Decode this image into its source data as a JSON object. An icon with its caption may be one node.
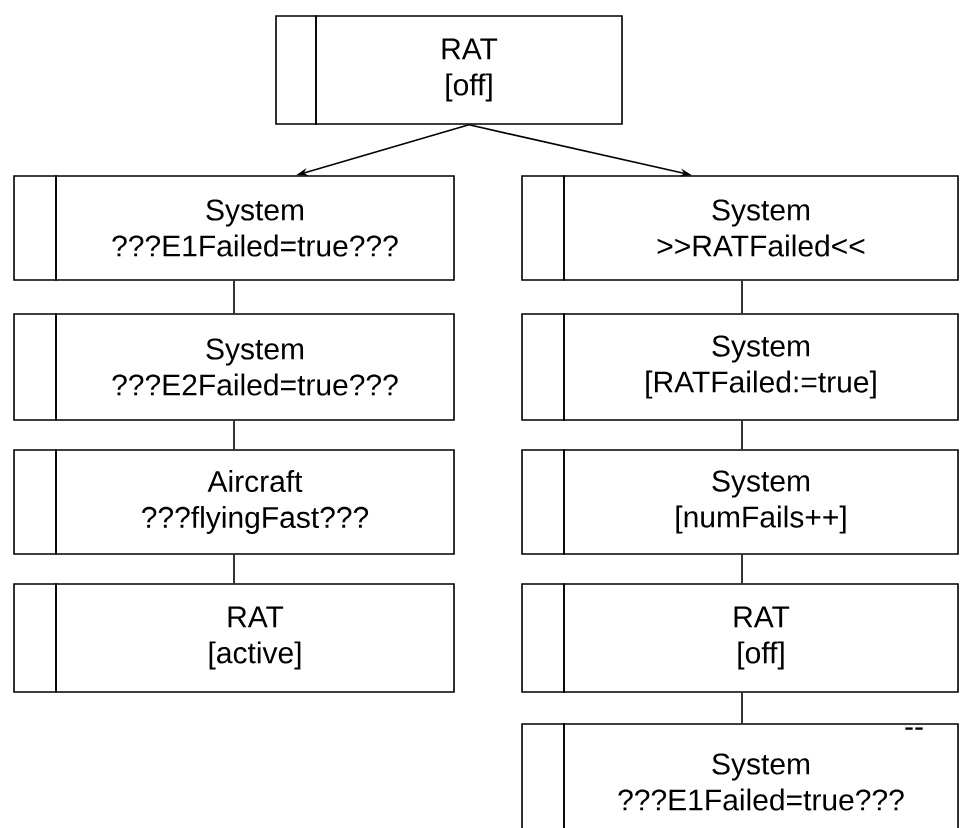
{
  "diagram": {
    "nodes": [
      {
        "text": [
          "RAT",
          "[off]"
        ]
      },
      {
        "text": [
          "System",
          "???E1Failed=true???"
        ]
      },
      {
        "text": [
          "System",
          "???E2Failed=true???"
        ]
      },
      {
        "text": [
          "Aircraft",
          "???flyingFast???"
        ]
      },
      {
        "text": [
          "RAT",
          "[active]"
        ]
      },
      {
        "text": [
          "System",
          ">>RATFailed<<"
        ]
      },
      {
        "text": [
          "System",
          "[RATFailed:=true]"
        ]
      },
      {
        "text": [
          "System",
          "[numFails++]"
        ]
      },
      {
        "text": [
          "RAT",
          "[off]"
        ]
      },
      {
        "text": [
          "System",
          "???E1Failed=true???"
        ]
      }
    ],
    "edges": [
      {
        "from": 0,
        "to": 1,
        "arrow": "to"
      },
      {
        "from": 0,
        "to": 5,
        "arrow": "to"
      },
      {
        "from": 1,
        "to": 2,
        "arrow": "none"
      },
      {
        "from": 2,
        "to": 3,
        "arrow": "none"
      },
      {
        "from": 3,
        "to": 4,
        "arrow": "none"
      },
      {
        "from": 5,
        "to": 6,
        "arrow": "none"
      },
      {
        "from": 6,
        "to": 7,
        "arrow": "none"
      },
      {
        "from": 7,
        "to": 8,
        "arrow": "none"
      },
      {
        "from": 8,
        "to": 9,
        "arrow": "none"
      }
    ],
    "labels": [
      "--"
    ]
  }
}
